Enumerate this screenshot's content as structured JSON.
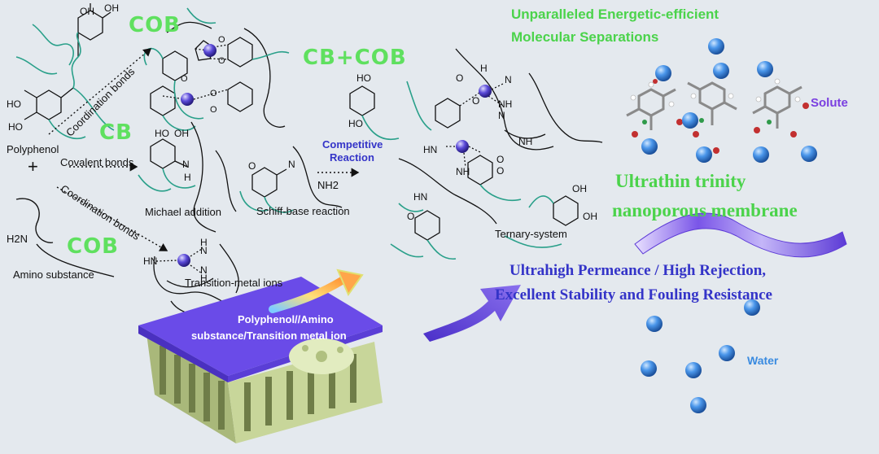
{
  "title": {
    "line1": "Unparalleled Energetic-efficient",
    "line2": "Molecular Separations"
  },
  "badges": {
    "cob_top": "COB",
    "cb": "CB",
    "cb_plus_cob": "CB+COB",
    "cob_bottom": "COB"
  },
  "labels": {
    "polyphenol": "Polyphenol",
    "plus": "+",
    "amino_substance": "Amino substance",
    "h2n": "H2N",
    "coordination_bonds_top": "Coordination bonds",
    "covalent_bonds": "Covalent bonds",
    "coordination_bonds_bottom": "Coordination bonds",
    "michael_addition": "Michael addition",
    "schiff_base": "Schiff-base reaction",
    "transition_metal_ions": "Transition-metal ions",
    "competitive_reaction_1": "Competitive",
    "competitive_reaction_2": "Reaction",
    "ternary_system": "Ternary-system",
    "nh2": "NH2",
    "membrane_top_1": "Polyphenol//Amino",
    "membrane_top_2": "substance/Transition  metal ion",
    "solute": "Solute",
    "water": "Water"
  },
  "membrane_title": {
    "line1": "Ultrathin trinity",
    "line2": "nanoporous membrane"
  },
  "performance": {
    "line1": "Ultrahigh Permeance / High Rejection,",
    "line2": "Excellent Stability and Fouling Resistance"
  },
  "colors": {
    "green_text": "#4bd34b",
    "blue_text": "#3434c8",
    "purple_text": "#7a3fe0",
    "membrane_top": "#6a4be8",
    "support": "#d9e4b0",
    "water_sphere": "#3a8be0",
    "metal_ion": "#5a4ad8"
  }
}
